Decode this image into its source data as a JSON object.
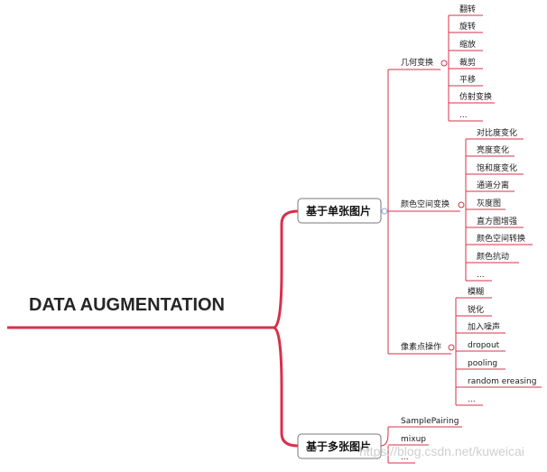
{
  "root": {
    "title": "DATA AUGMENTATION"
  },
  "branches": [
    {
      "label": "基于单张图片",
      "groups": [
        {
          "label": "几何变换",
          "items": [
            "翻转",
            "旋转",
            "缩放",
            "裁剪",
            "平移",
            "仿射变换",
            "..."
          ]
        },
        {
          "label": "颜色空间变换",
          "items": [
            "对比度变化",
            "亮度变化",
            "饱和度变化",
            "通道分离",
            "灰度图",
            "直方图增强",
            "颜色空间转换",
            "颜色抗动",
            "..."
          ]
        },
        {
          "label": "像素点操作",
          "items": [
            "模糊",
            "锐化",
            "加入噪声",
            "dropout",
            "pooling",
            "random ereasing",
            "..."
          ]
        }
      ]
    },
    {
      "label": "基于多张图片",
      "leaves": [
        "SamplePairing",
        "mixup",
        "..."
      ]
    }
  ],
  "watermark": "https://blog.csdn.net/kuweicai",
  "colors": {
    "branch": "#d9304a",
    "root_line": "#d9304a",
    "box_border": "#7a7a7a"
  }
}
